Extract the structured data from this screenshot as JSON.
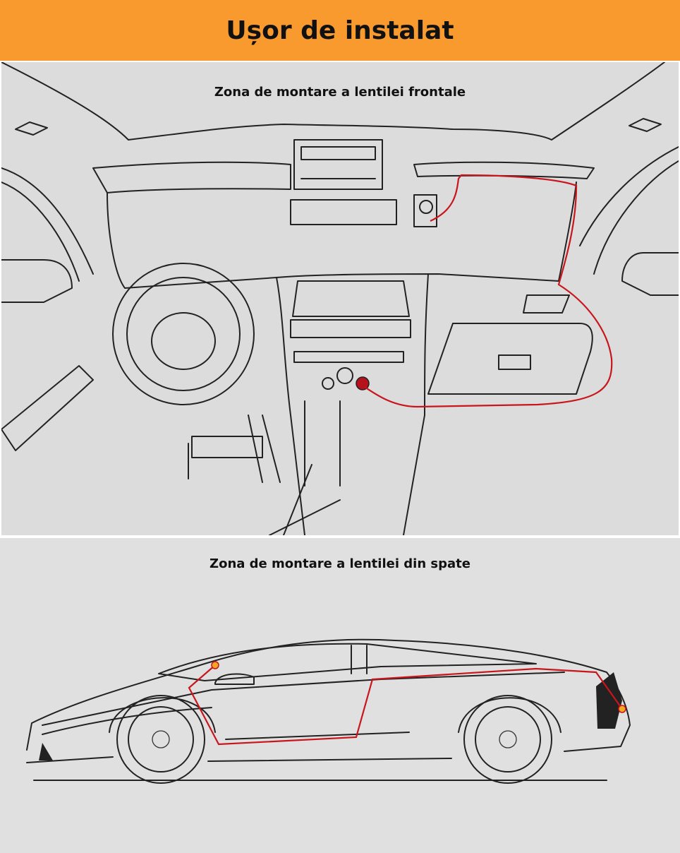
{
  "header": {
    "title": "Ușor de instalat"
  },
  "front_section": {
    "label": "Zona de montare a lentilei frontale"
  },
  "rear_section": {
    "label": "Zona de montare a lentilei din spate"
  },
  "colors": {
    "header_bg": "#f89a2e",
    "wire": "#c8161d",
    "mount_point": "#f5a623"
  }
}
